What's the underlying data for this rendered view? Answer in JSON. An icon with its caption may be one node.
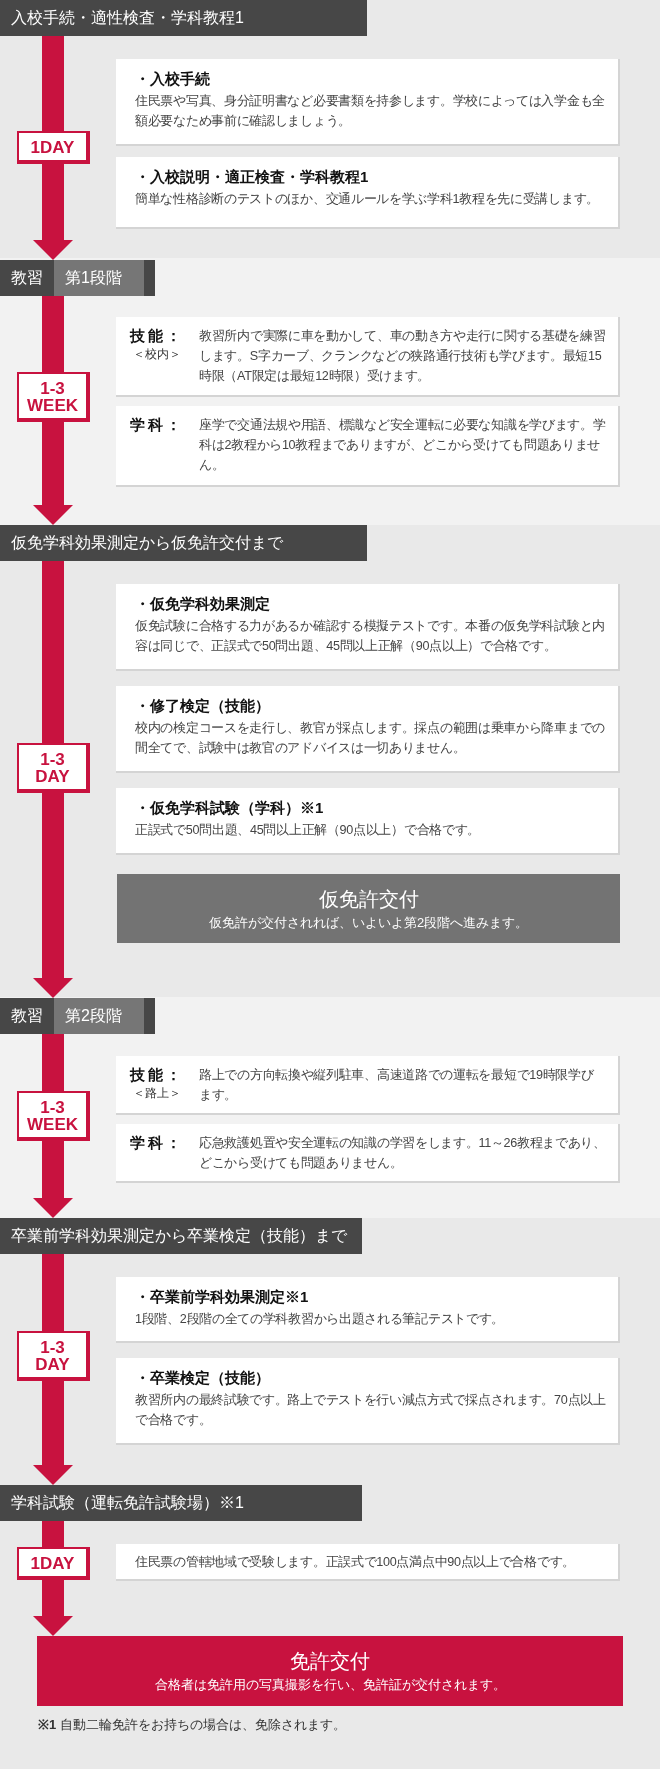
{
  "diagram": {
    "nodes": [
      {
        "text": [
          "入校手続・適性検査・学科教程1"
        ]
      },
      {
        "text": [
          "・入校手続",
          "住民票や写真、身分証明書など必要書類を持参します。学校によっては入学金も全額必要なため事前に確認しましょう。"
        ]
      },
      {
        "text": [
          "・入校説明・適正検査・学科教程1",
          "簡単な性格診断のテストのほか、交通ルールを学ぶ学科1教程を先に受講します。"
        ]
      },
      {
        "text": [
          "教習",
          "第1段階"
        ]
      },
      {
        "text": [
          "技能：",
          "＜校内＞",
          "教習所内で実際に車を動かして、車の動き方や走行に関する基礎を練習します。S字カーブ、クランクなどの狭路通行技術も学びます。最短15時限（AT限定は最短12時限）受けます。"
        ]
      },
      {
        "text": [
          "学科：",
          "座学で交通法規や用語、標識など安全運転に必要な知識を学びます。学科は2教程から10教程までありますが、どこから受けても問題ありません。"
        ]
      },
      {
        "text": [
          "仮免学科効果測定から仮免許交付まで"
        ]
      },
      {
        "text": [
          "・仮免学科効果測定",
          "仮免試験に合格する力があるか確認する模擬テストです。本番の仮免学科試験と内容は同じで、正誤式で50問出題、45問以上正解（90点以上）で合格です。"
        ]
      },
      {
        "text": [
          "・修了検定（技能）",
          "校内の検定コースを走行し、教官が採点します。採点の範囲は乗車から降車までの間全てで、試験中は教官のアドバイスは一切ありません。"
        ]
      },
      {
        "text": [
          "・仮免学科試験（学科）※1",
          "正誤式で50問出題、45問以上正解（90点以上）で合格です。"
        ]
      },
      {
        "text": [
          "仮免許交付",
          "仮免許が交付されれば、いよいよ第2段階へ進みます。"
        ]
      },
      {
        "text": [
          "教習",
          "第2段階"
        ]
      },
      {
        "text": [
          "技能：",
          "＜路上＞",
          "路上での方向転換や縦列駐車、高速道路での運転を最短で19時限学びます。"
        ]
      },
      {
        "text": [
          "学科：",
          "応急救護処置や安全運転の知識の学習をします。11～26教程まであり、どこから受けても問題ありません。"
        ]
      },
      {
        "text": [
          "卒業前学科効果測定から卒業検定（技能）まで"
        ]
      },
      {
        "text": [
          "・卒業前学科効果測定※1",
          "1段階、2段階の全ての学科教習から出題される筆記テストです。"
        ]
      },
      {
        "text": [
          "・卒業検定（技能）",
          "教習所内の最終試験です。路上でテストを行い減点方式で採点されます。70点以上で合格です。"
        ]
      },
      {
        "text": [
          "学科試験（運転免許試験場）※1"
        ]
      },
      {
        "text": [
          "住民票の管轄地域で受験します。正誤式で100点満点中90点以上で合格です。"
        ]
      },
      {
        "text": [
          "免許交付",
          "合格者は免許用の写真撮影を行い、免許証が交付されます。"
        ]
      }
    ],
    "edges": [
      {
        "from": 0,
        "to": 3,
        "arrow": "to",
        "label": "1DAY"
      },
      {
        "from": 3,
        "to": 6,
        "arrow": "to",
        "label": "1-3 WEEK"
      },
      {
        "from": 6,
        "to": 11,
        "arrow": "to",
        "label": "1-3 DAY"
      },
      {
        "from": 11,
        "to": 14,
        "arrow": "to",
        "label": "1-3 WEEK"
      },
      {
        "from": 14,
        "to": 17,
        "arrow": "to",
        "label": "1-3 DAY"
      },
      {
        "from": 17,
        "to": 19,
        "arrow": "to",
        "label": "1DAY"
      }
    ],
    "labels": [
      "**※1** 自動二輪免許をお持ちの場合は、免除されます。"
    ]
  }
}
